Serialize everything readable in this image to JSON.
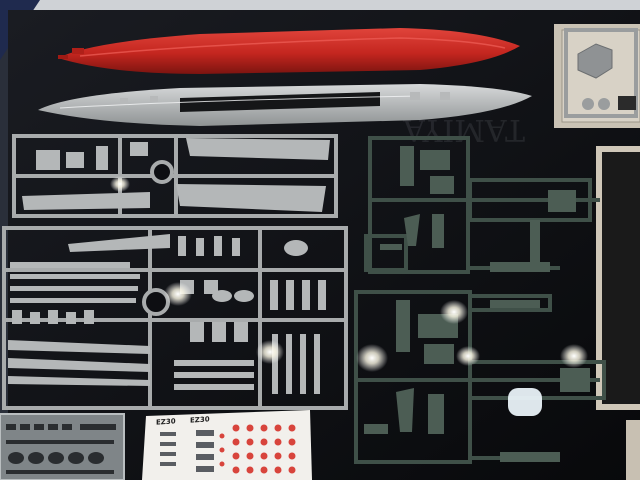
{
  "scene": {
    "subject": "plastic model kit parts on display",
    "colors": {
      "background": "#0d0e12",
      "hull_red": "#cc2a24",
      "grey_plastic": "#a9acad",
      "green_plastic": "#3f4f46",
      "decal_sheet": "#f2f0ec",
      "decal_red": "#d8443c",
      "photo_etch": "#8e9497"
    }
  },
  "decal_sheet": {
    "code_left": "EZ30",
    "code_right": "EZ30"
  }
}
